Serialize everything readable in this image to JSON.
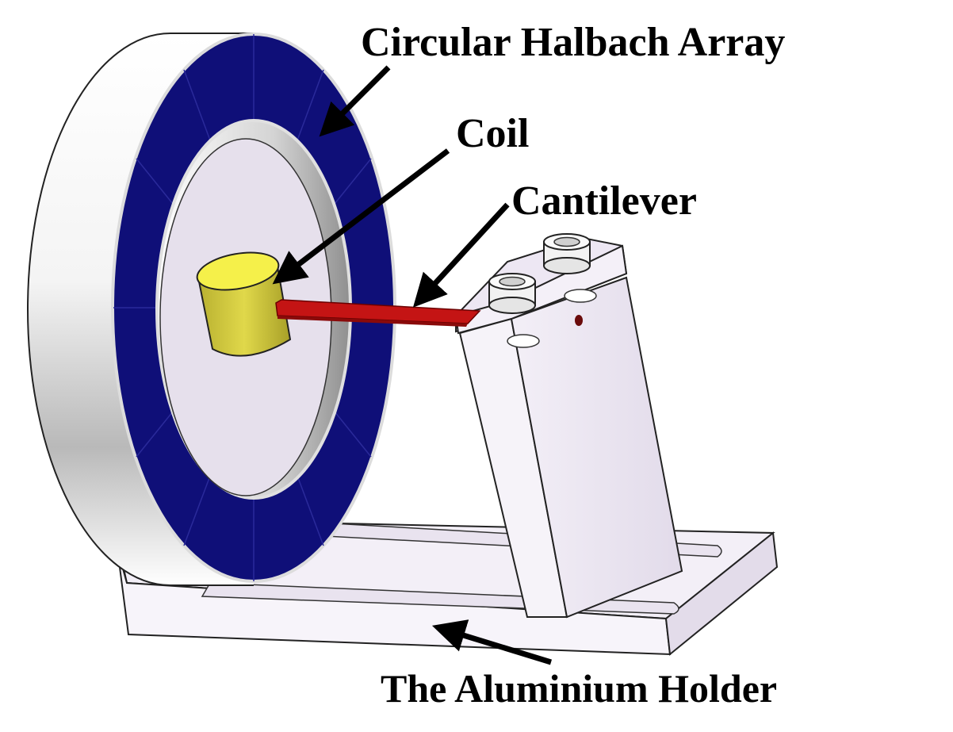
{
  "labels": {
    "array": "Circular Halbach Array",
    "coil": "Coil",
    "cantilever": "Cantilever",
    "holder": "The Aluminium Holder"
  },
  "colors": {
    "background": "#ffffff",
    "magnet_ring": "#0f0f78",
    "ring_edge": "#d8d8d8",
    "inner_face": "#e6e0ec",
    "coil_top": "#f5f04a",
    "coil_side": "#c9c23a",
    "cantilever": "#c41414",
    "holder": "#ece6f2",
    "outline": "#222222",
    "arrow": "#000000"
  },
  "icons": {
    "arrow": "arrow-pointer-icon",
    "bolt": "hex-bolt-icon"
  }
}
